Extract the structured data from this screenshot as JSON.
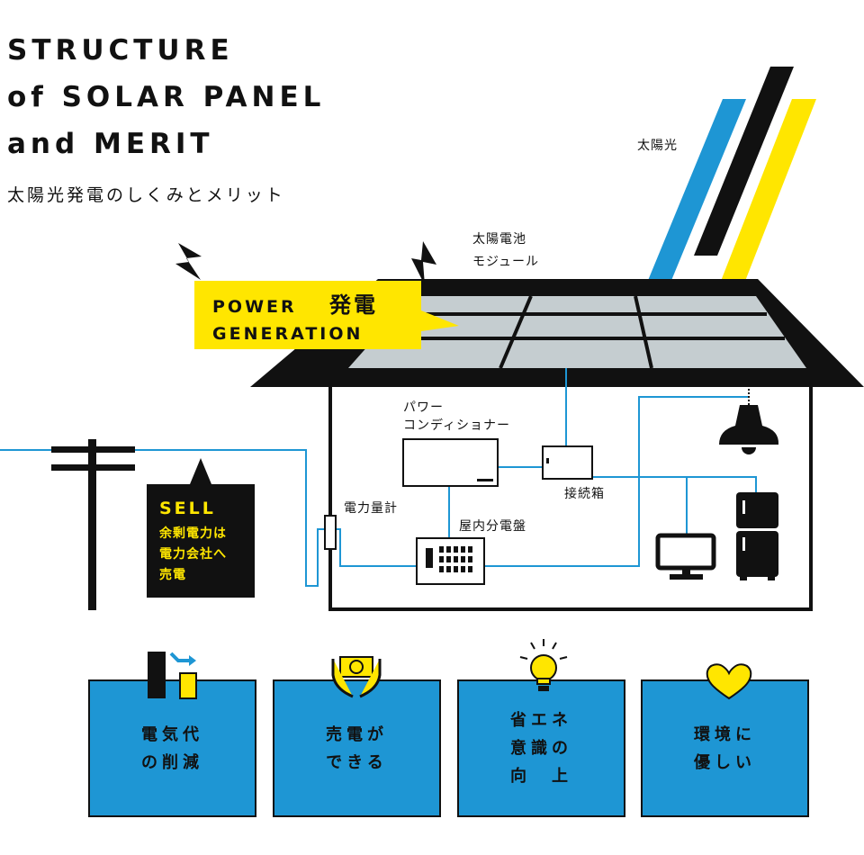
{
  "header": {
    "title_lines": [
      "STRUCTURE",
      "of SOLAR PANEL",
      "and MERIT"
    ],
    "subtitle": "太陽光発電のしくみとメリット"
  },
  "labels": {
    "sunlight": "太陽光",
    "module_line1": "太陽電池",
    "module_line2": "モジュール",
    "power_word": "POWER",
    "power_kanji": "発電",
    "generation": "GENERATION",
    "conditioner_line1": "パワー",
    "conditioner_line2": "コンディショナー",
    "junction_box": "接続箱",
    "meter": "電力量計",
    "distribution_board": "屋内分電盤"
  },
  "sell": {
    "title": "SELL",
    "lines": [
      "余剰電力は",
      "電力会社へ",
      "売電"
    ]
  },
  "merits": [
    {
      "icon": "bill-reduction-icon",
      "lines": [
        "電気代",
        "の削減"
      ]
    },
    {
      "icon": "money-hands-icon",
      "lines": [
        "売電が",
        "できる"
      ]
    },
    {
      "icon": "lightbulb-icon",
      "lines": [
        "省エネ",
        "意識の",
        "向　上"
      ]
    },
    {
      "icon": "heart-icon",
      "lines": [
        "環境に",
        "優しい"
      ]
    }
  ],
  "colors": {
    "blue": "#1e96d4",
    "yellow": "#ffe600",
    "black": "#111111",
    "panel_gray": "#c5cdd0"
  }
}
